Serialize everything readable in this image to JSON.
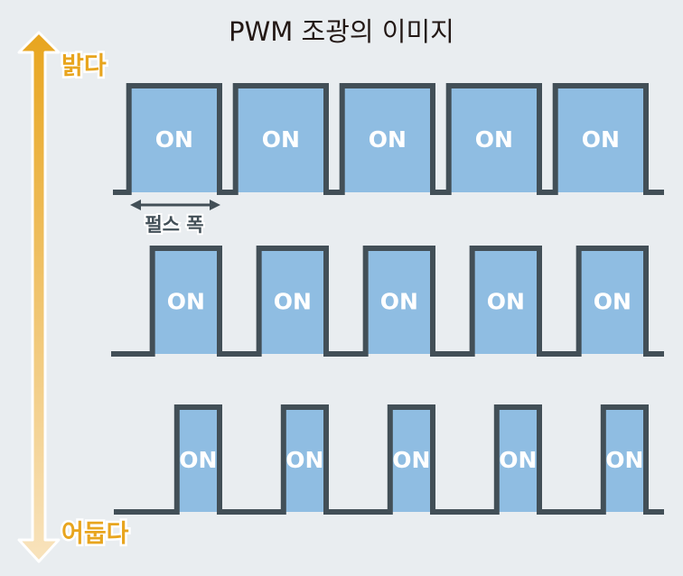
{
  "title": "PWM 조광의 이미지",
  "brightness_axis": {
    "top_label": "밝다",
    "bottom_label": "어둡다"
  },
  "pulse_width_label": "펄스 폭",
  "on_label": "ON",
  "rows": [
    {
      "name": "bright",
      "duty": 0.85,
      "pulses": 5
    },
    {
      "name": "medium",
      "duty": 0.63,
      "pulses": 5
    },
    {
      "name": "dark",
      "duty": 0.4,
      "pulses": 5
    }
  ],
  "colors": {
    "background": "#e9edf0",
    "line": "#424f57",
    "pulse_fill": "#8fbde2",
    "arrow_top": "#e8a51e",
    "arrow_bottom": "#f8e3bd",
    "label": "#e8a51e"
  }
}
